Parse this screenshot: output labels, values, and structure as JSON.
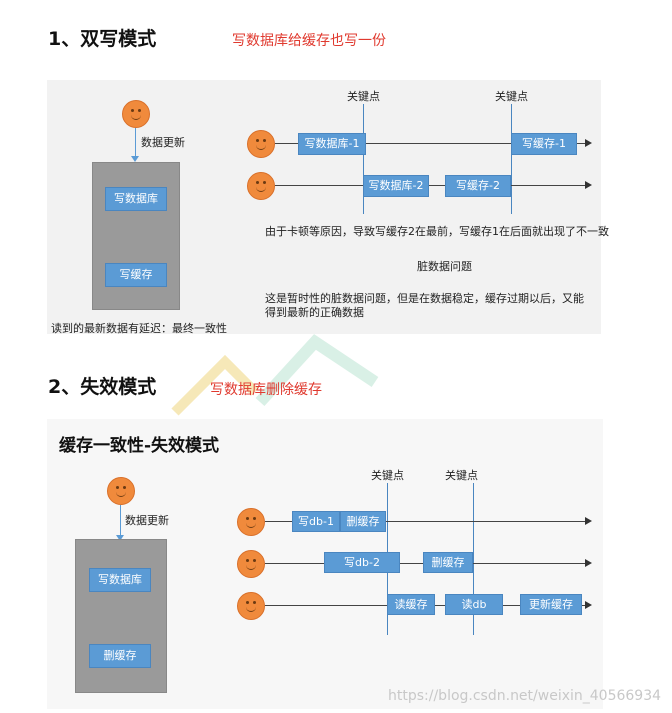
{
  "section1": {
    "heading": "1、双写模式",
    "note": "写数据库给缓存也写一份",
    "update_label": "数据更新",
    "server_boxes": [
      "写数据库",
      "写缓存"
    ],
    "footer": "读到的最新数据有延迟：最终一致性",
    "keypoint_label": "关键点",
    "row1": [
      "写数据库-1",
      "写缓存-1"
    ],
    "row2": [
      "写数据库-2",
      "写缓存-2"
    ],
    "explain1": "由于卡顿等原因，导致写缓存2在最前，写缓存1在后面就出现了不一致",
    "explain2": "脏数据问题",
    "explain3a": "这是暂时性的脏数据问题，但是在数据稳定，缓存过期以后，又能",
    "explain3b": "得到最新的正确数据"
  },
  "section2": {
    "heading": "2、失效模式",
    "note": "写数据库删除缓存",
    "panel_title": "缓存一致性-失效模式",
    "update_label": "数据更新",
    "server_boxes": [
      "写数据库",
      "删缓存"
    ],
    "keypoint_label": "关键点",
    "row1": [
      "写db-1",
      "删缓存"
    ],
    "row2": [
      "写db-2",
      "删缓存"
    ],
    "row3": [
      "读缓存",
      "读db",
      "更新缓存"
    ]
  },
  "watermark": "https://blog.csdn.net/weixin_40566934",
  "colors": {
    "accent_red": "#e03a2f",
    "box_blue": "#5b9bd5",
    "server_gray": "#9a9a9a",
    "face_orange": "#f08a3c"
  }
}
